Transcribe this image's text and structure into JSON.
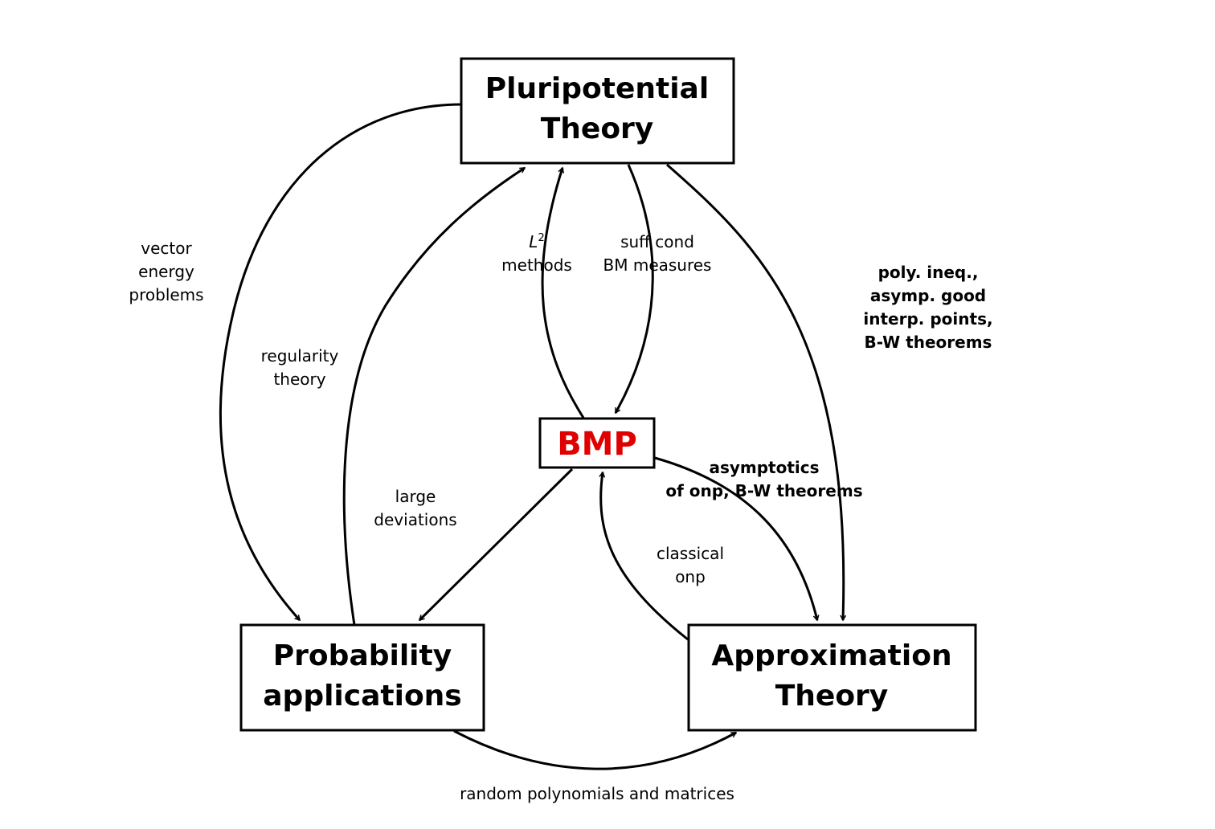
{
  "nodes": {
    "pluripotential": {
      "line1": "Pluripotential",
      "line2": "Theory"
    },
    "bmp": {
      "label": "BMP",
      "color": "#e00000"
    },
    "probability": {
      "line1": "Probability",
      "line2": "applications"
    },
    "approximation": {
      "line1": "Approximation",
      "line2": "Theory"
    }
  },
  "edges": {
    "vector_energy": [
      "vector",
      "energy",
      "problems"
    ],
    "regularity": [
      "regularity",
      "theory"
    ],
    "l2_methods": {
      "symbol": "L",
      "superscript": "2",
      "line2": "methods"
    },
    "suff_cond": [
      "suff cond",
      "BM measures"
    ],
    "poly_ineq": [
      "poly. ineq.,",
      "asymp. good",
      "interp. points,",
      "B-W theorems"
    ],
    "large_deviations": [
      "large",
      "deviations"
    ],
    "asymptotics": [
      "asymptotics",
      "of onp, B-W theorems"
    ],
    "classical_onp": [
      "classical",
      "onp"
    ],
    "random": [
      "random polynomials and matrices"
    ]
  }
}
